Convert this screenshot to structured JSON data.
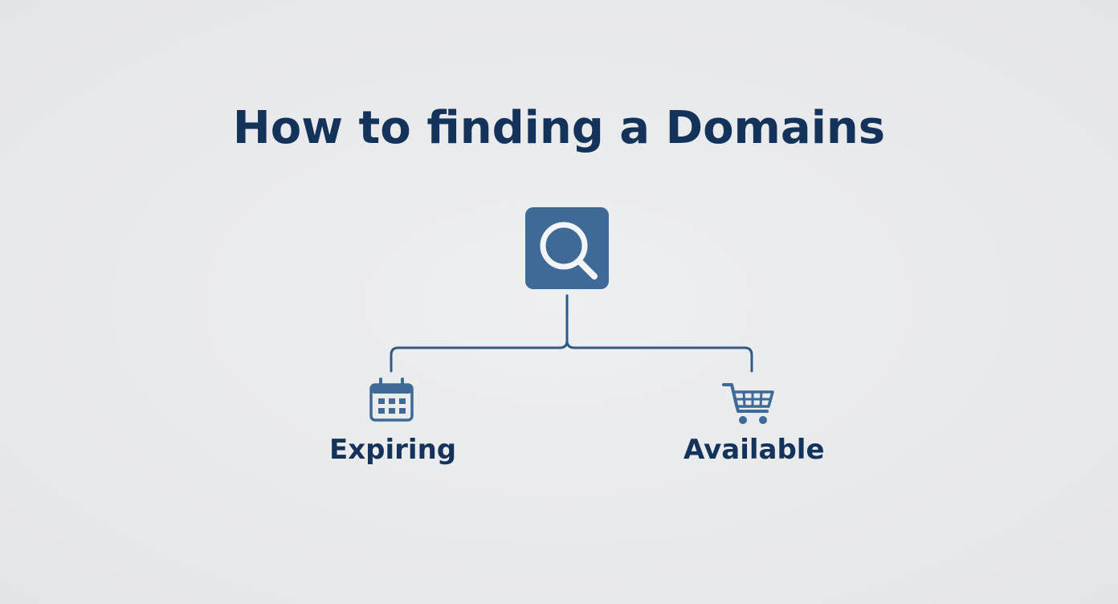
{
  "title": "How to finding a Domains",
  "root": {
    "icon": "search-icon",
    "color": "#3f6a98"
  },
  "branches": [
    {
      "label": "Expiring",
      "icon": "calendar-icon"
    },
    {
      "label": "Available",
      "icon": "shopping-cart-icon"
    }
  ],
  "colors": {
    "background": "#e9eaec",
    "title": "#14335a",
    "icon": "#3f6a98",
    "connector": "#2f5a88"
  }
}
